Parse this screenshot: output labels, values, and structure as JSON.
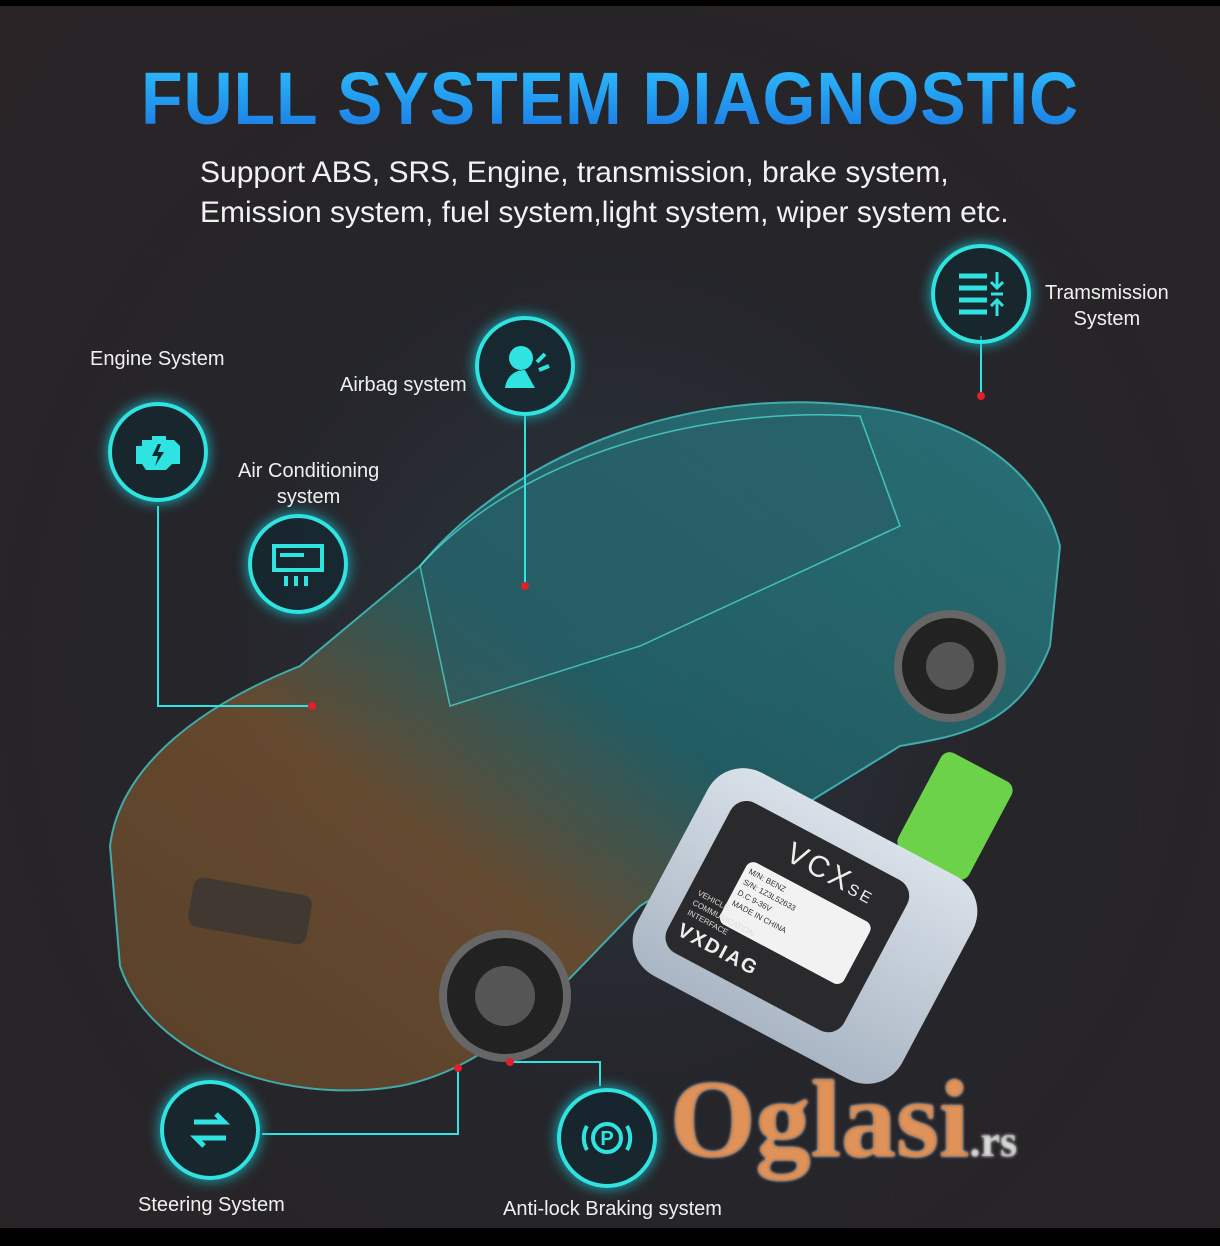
{
  "title": "FULL SYSTEM DIAGNOSTIC",
  "subtitle": [
    "Support ABS, SRS, Engine, transmission, brake system,",
    "Emission system, fuel system,light system, wiper system etc."
  ],
  "systems": {
    "engine": "Engine  System",
    "airbag": "Airbag system",
    "air_conditioning": [
      "Air Conditioning",
      "system"
    ],
    "transmission": [
      "Tramsmission",
      "System"
    ],
    "steering": "Steering System",
    "abs": "Anti-lock Braking system"
  },
  "device": {
    "model": "VCX",
    "model_suffix": "SE",
    "mn": "M/N: BENZ",
    "sn": "S/N: 1Z3L52633",
    "dc": "D.C 9-36V",
    "made": "MADE IN CHINA",
    "desc": [
      "VEHICLE",
      "COMMUNICATION",
      "INTERFACE"
    ],
    "brand": "VXDIAG"
  },
  "watermark": {
    "main": "Oglasi",
    "tld": ".rs"
  },
  "colors": {
    "accent": "#2fe3e0",
    "title": "#1e9cf0",
    "dot": "#e0202a"
  }
}
